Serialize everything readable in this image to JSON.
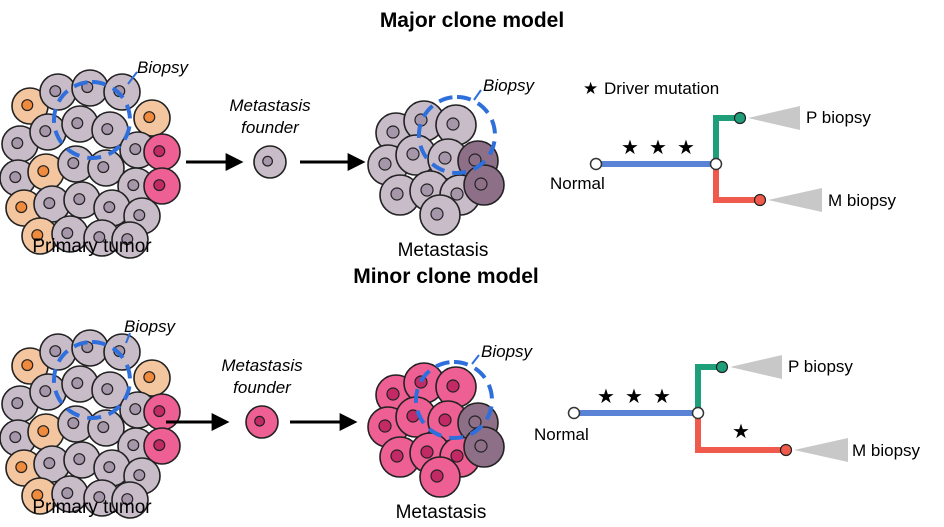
{
  "colors": {
    "grey_cell": "#c8bcc9",
    "grey_nucleus": "#a696aa",
    "orange_cell": "#f3c6a0",
    "orange_nucleus": "#f08a3c",
    "pink_cell": "#ee5f93",
    "pink_nucleus": "#c22a66",
    "dark_cell": "#8e6f88",
    "biopsy_blue": "#2f6fdc",
    "trunk_blue": "#5a83d6",
    "branch_green": "#1f9e7a",
    "branch_red": "#ef5a4c",
    "wedge_grey": "#c8c8c8"
  },
  "panels": [
    {
      "title": "Major clone model",
      "primary_label": "Primary tumor",
      "biopsy_label": "Biopsy",
      "founder_label_1": "Metastasis",
      "founder_label_2": "founder",
      "metastasis_label": "Metastasis",
      "metastasis_biopsy_label": "Biopsy",
      "founder_type": "grey",
      "metastasis_type": "grey",
      "legend_icon": "star-icon",
      "legend_label": "Driver mutation",
      "tree": {
        "normal_label": "Normal",
        "p_label": "P biopsy",
        "m_label": "M biopsy",
        "trunk_stars": 3,
        "m_branch_stars": 0
      }
    },
    {
      "title": "Minor clone model",
      "primary_label": "Primary tumor",
      "biopsy_label": "Biopsy",
      "founder_label_1": "Metastasis",
      "founder_label_2": "founder",
      "metastasis_label": "Metastasis",
      "metastasis_biopsy_label": "Biopsy",
      "founder_type": "pink",
      "metastasis_type": "pink",
      "tree": {
        "normal_label": "Normal",
        "p_label": "P biopsy",
        "m_label": "M biopsy",
        "trunk_stars": 3,
        "m_branch_stars": 1
      }
    }
  ]
}
